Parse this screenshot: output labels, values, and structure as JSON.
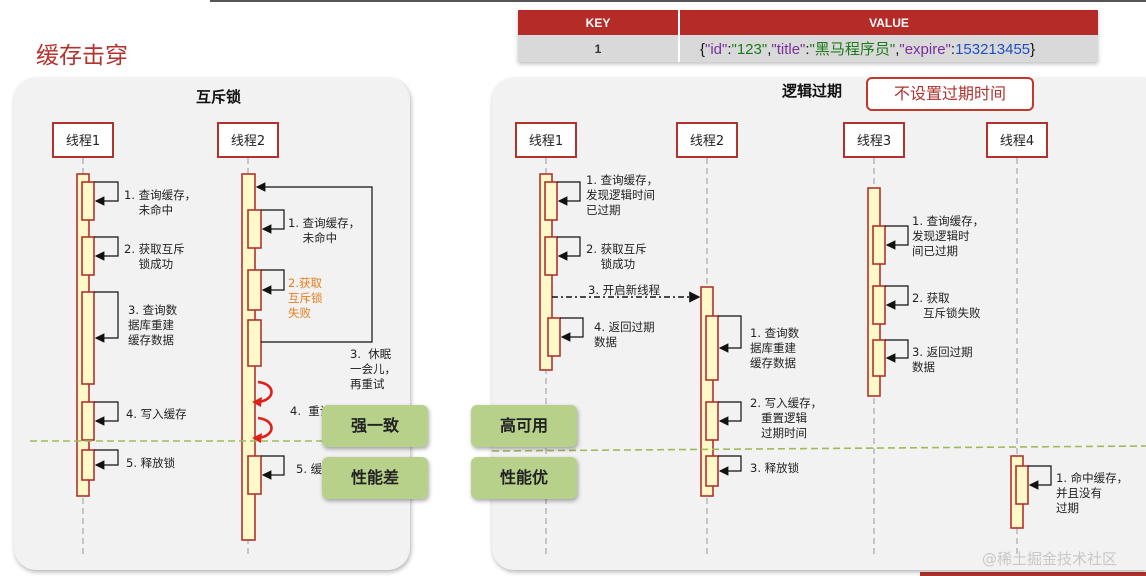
{
  "title": "缓存击穿",
  "table": {
    "key_header": "KEY",
    "value_header": "VALUE",
    "row_key": "1",
    "json_tokens": [
      {
        "t": "{",
        "c": "j-p"
      },
      {
        "t": "\"id\"",
        "c": "j-key"
      },
      {
        "t": ":",
        "c": "j-p"
      },
      {
        "t": "\"123\"",
        "c": "j-str"
      },
      {
        "t": ",",
        "c": "j-p"
      },
      {
        "t": "\"title\"",
        "c": "j-key"
      },
      {
        "t": ":",
        "c": "j-p"
      },
      {
        "t": "\"黑马程序员\"",
        "c": "j-str"
      },
      {
        "t": ",",
        "c": "j-p"
      },
      {
        "t": "\"expire\"",
        "c": "j-key"
      },
      {
        "t": ":",
        "c": "j-p"
      },
      {
        "t": "153213455",
        "c": "j-num"
      },
      {
        "t": "}",
        "c": "j-p"
      }
    ]
  },
  "left": {
    "title": "互斥锁",
    "thread1": "线程1",
    "thread2": "线程2",
    "t1_step1": "1. 查询缓存，\n    未命中",
    "t1_step2": "2. 获取互斥\n    锁成功",
    "t1_step3": "3. 查询数\n据库重建\n缓存数据",
    "t1_step4": "4. 写入缓存",
    "t1_step5": "5. 释放锁",
    "t2_step1": "1. 查询缓存，\n    未命中",
    "t2_step2": "2.获取\n互斥锁\n失败",
    "t2_step3": "3.  休眠\n一会儿，\n再重试",
    "t2_step4": "4.  重试",
    "t2_step5": "5. 缓"
  },
  "right": {
    "title": "逻辑过期",
    "badge": "不设置过期时间",
    "thread1": "线程1",
    "thread2": "线程2",
    "thread3": "线程3",
    "thread4": "线程4",
    "t1_step1": "1. 查询缓存，\n发现逻辑时间\n已过期",
    "t1_step2": "2. 获取互斥\n    锁成功",
    "t1_step3": "3. 开启新线程",
    "t1_step4": "4. 返回过期\n数据",
    "t2_step1": "1. 查询数\n据库重建\n缓存数据",
    "t2_step2": "2. 写入缓存，\n   重置逻辑\n   过期时间",
    "t2_step3": "3. 释放锁",
    "t3_step1": "1. 查询缓存，\n发现逻辑时\n间已过期",
    "t3_step2": "2. 获取\n   互斥锁失败",
    "t3_step3": "3. 返回过期\n数据",
    "t4_step1": "1. 命中缓存，\n并且没有\n过期"
  },
  "tags": {
    "strong": "强一致",
    "poor": "性能差",
    "avail": "高可用",
    "good": "性能优"
  },
  "watermark": "@稀土掘金技术社区",
  "colors": {
    "accent": "#b2332e",
    "lane_fill": "#fff8c8",
    "dashed_green": "#9cbc5a",
    "button_green": "#b7d18a",
    "retry_red": "#e0201a"
  }
}
